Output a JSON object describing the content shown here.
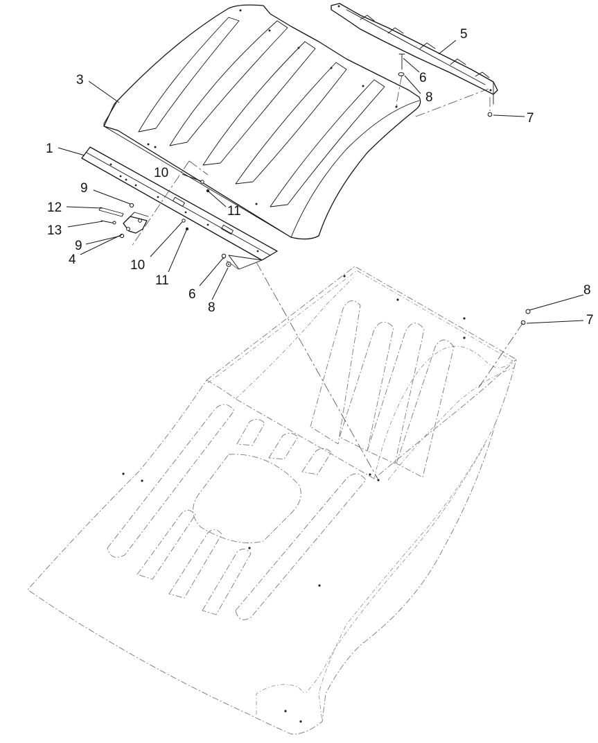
{
  "callouts": {
    "c1": "1",
    "c3": "3",
    "c4": "4",
    "c5": "5",
    "c6a": "6",
    "c6b": "6",
    "c7a": "7",
    "c7b": "7",
    "c8a": "8",
    "c8b": "8",
    "c8c": "8",
    "c9a": "9",
    "c9b": "9",
    "c10a": "10",
    "c10b": "10",
    "c11a": "11",
    "c11b": "11",
    "c12": "12",
    "c13": "13"
  }
}
